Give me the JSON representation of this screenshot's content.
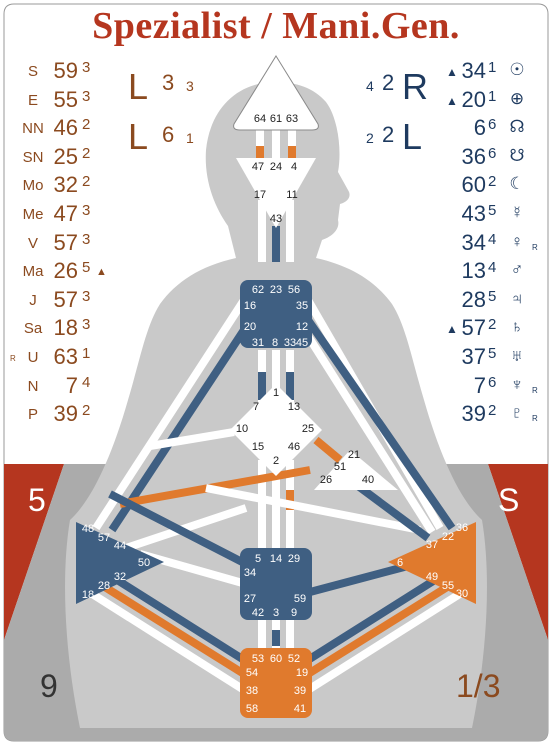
{
  "title": "Spezialist / Mani.Gen.",
  "colors": {
    "design": "#8b4a1f",
    "personality": "#1e3a5f",
    "accent": "#b5361f",
    "body": "#c9c9c9",
    "navy": "#3f5f82",
    "orange": "#e07a2d"
  },
  "design_planets": [
    {
      "symbol": "S",
      "gate": "59",
      "line": "3",
      "ex": "",
      "rt": ""
    },
    {
      "symbol": "E",
      "gate": "55",
      "line": "3",
      "ex": "",
      "rt": ""
    },
    {
      "symbol": "NN",
      "gate": "46",
      "line": "2",
      "ex": "",
      "rt": ""
    },
    {
      "symbol": "SN",
      "gate": "25",
      "line": "2",
      "ex": "",
      "rt": ""
    },
    {
      "symbol": "Mo",
      "gate": "32",
      "line": "2",
      "ex": "",
      "rt": ""
    },
    {
      "symbol": "Me",
      "gate": "47",
      "line": "3",
      "ex": "",
      "rt": ""
    },
    {
      "symbol": "V",
      "gate": "57",
      "line": "3",
      "ex": "",
      "rt": ""
    },
    {
      "symbol": "Ma",
      "gate": "26",
      "line": "5",
      "ex": "▲",
      "rt": ""
    },
    {
      "symbol": "J",
      "gate": "57",
      "line": "3",
      "ex": "",
      "rt": ""
    },
    {
      "symbol": "Sa",
      "gate": "18",
      "line": "3",
      "ex": "",
      "rt": ""
    },
    {
      "symbol": "U",
      "gate": "63",
      "line": "1",
      "ex": "",
      "rt": "R"
    },
    {
      "symbol": "N",
      "gate": "7",
      "line": "4",
      "ex": "",
      "rt": ""
    },
    {
      "symbol": "P",
      "gate": "39",
      "line": "2",
      "ex": "",
      "rt": ""
    }
  ],
  "personality_planets": [
    {
      "symbol": "☉",
      "gate": "34",
      "line": "1",
      "ex": "▲",
      "rt": ""
    },
    {
      "symbol": "⊕",
      "gate": "20",
      "line": "1",
      "ex": "▲",
      "rt": ""
    },
    {
      "symbol": "☊",
      "gate": "6",
      "line": "6",
      "ex": "",
      "rt": ""
    },
    {
      "symbol": "☋",
      "gate": "36",
      "line": "6",
      "ex": "",
      "rt": ""
    },
    {
      "symbol": "☾",
      "gate": "60",
      "line": "2",
      "ex": "",
      "rt": ""
    },
    {
      "symbol": "☿",
      "gate": "43",
      "line": "5",
      "ex": "",
      "rt": ""
    },
    {
      "symbol": "♀",
      "gate": "34",
      "line": "4",
      "ex": "",
      "rt": "R"
    },
    {
      "symbol": "♂",
      "gate": "13",
      "line": "4",
      "ex": "",
      "rt": ""
    },
    {
      "symbol": "♃",
      "gate": "28",
      "line": "5",
      "ex": "",
      "rt": ""
    },
    {
      "symbol": "♄",
      "gate": "57",
      "line": "2",
      "ex": "▲",
      "rt": ""
    },
    {
      "symbol": "♅",
      "gate": "37",
      "line": "5",
      "ex": "",
      "rt": ""
    },
    {
      "symbol": "♆",
      "gate": "7",
      "line": "6",
      "ex": "",
      "rt": "R"
    },
    {
      "symbol": "♇",
      "gate": "39",
      "line": "2",
      "ex": "",
      "rt": "R"
    }
  ],
  "variables": {
    "design_top": {
      "arrow": "L",
      "num": "3",
      "sub": "3"
    },
    "design_bottom": {
      "arrow": "L",
      "num": "6",
      "sub": "1"
    },
    "personality_top": {
      "arrow": "R",
      "num": "2",
      "sub": "4"
    },
    "personality_bottom": {
      "arrow": "L",
      "num": "2",
      "sub": "2"
    }
  },
  "corners": {
    "left_mid": "5",
    "right_mid": "S",
    "bottom_left": "9",
    "bottom_right": "1/3"
  },
  "gates": {
    "head": [
      "64",
      "61",
      "63"
    ],
    "ajna": [
      "47",
      "24",
      "4",
      "17",
      "11",
      "43"
    ],
    "throat": [
      "62",
      "23",
      "56",
      "16",
      "35",
      "20",
      "12",
      "31",
      "8",
      "33",
      "45"
    ],
    "g": [
      "1",
      "7",
      "13",
      "10",
      "25",
      "15",
      "46",
      "2"
    ],
    "heart": [
      "21",
      "51",
      "26",
      "40"
    ],
    "spleen": [
      "48",
      "57",
      "44",
      "50",
      "32",
      "28",
      "18"
    ],
    "sacral": [
      "5",
      "14",
      "29",
      "34",
      "27",
      "59",
      "42",
      "3",
      "9"
    ],
    "solar": [
      "6",
      "37",
      "22",
      "36",
      "49",
      "55",
      "30"
    ],
    "root": [
      "53",
      "60",
      "52",
      "54",
      "19",
      "38",
      "39",
      "58",
      "41"
    ]
  }
}
